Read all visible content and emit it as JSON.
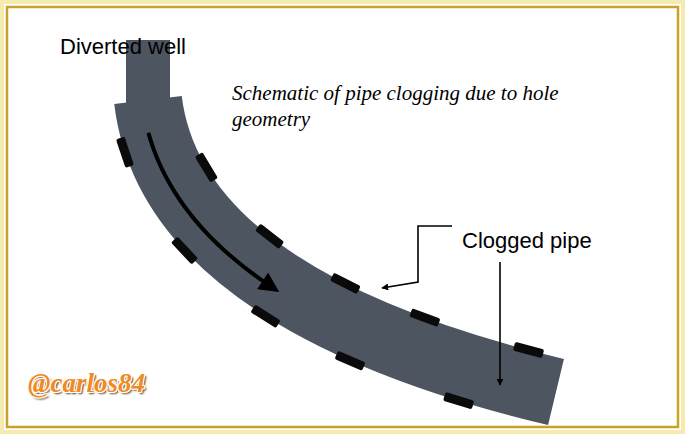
{
  "diagram": {
    "title": "Schematic of pipe clogging due to hole geometry",
    "labels": [
      "Diverted well",
      "Clogged pipe",
      "@carlos84"
    ]
  }
}
